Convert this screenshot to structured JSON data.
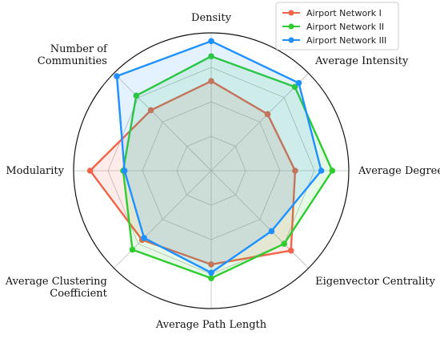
{
  "chart_data": {
    "type": "radar",
    "axes": [
      "Density",
      "Average Intensity",
      "Average Degree",
      "Eigenvector Centrality",
      "Average Path Length",
      "Average Clustering\nCoefficient",
      "Modularity",
      "Number of\nCommunities"
    ],
    "rmax": 1.0,
    "rings": [
      0.25,
      0.5,
      0.75
    ],
    "grid": true,
    "legend": "top-right",
    "series": [
      {
        "name": "Airport Network I",
        "color": "#f0654a",
        "values": [
          0.65,
          0.58,
          0.61,
          0.82,
          0.68,
          0.71,
          0.88,
          0.62
        ]
      },
      {
        "name": "Airport Network II",
        "color": "#2ecc2e",
        "values": [
          0.83,
          0.86,
          0.88,
          0.75,
          0.78,
          0.81,
          0.64,
          0.77
        ]
      },
      {
        "name": "Airport Network III",
        "color": "#1e90ff",
        "values": [
          0.94,
          0.9,
          0.8,
          0.62,
          0.74,
          0.69,
          0.63,
          0.97
        ]
      }
    ]
  }
}
